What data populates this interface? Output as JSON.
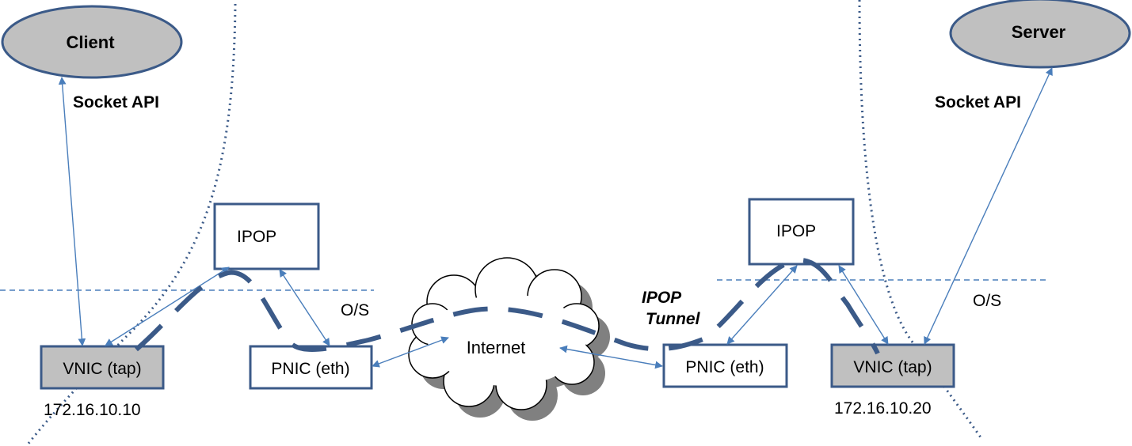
{
  "client": {
    "label": "Client"
  },
  "server": {
    "label": "Server"
  },
  "left": {
    "socket_api": "Socket API",
    "ipop": "IPOP",
    "os": "O/S",
    "vnic": "VNIC (tap)",
    "pnic": "PNIC (eth)",
    "ip": "172.16.10.10"
  },
  "right": {
    "socket_api": "Socket API",
    "ipop": "IPOP",
    "os": "O/S",
    "vnic": "VNIC (tap)",
    "pnic": "PNIC (eth)",
    "ip": "172.16.10.20"
  },
  "internet": {
    "label": "Internet"
  },
  "tunnel": {
    "line1": "IPOP",
    "line2": "Tunnel"
  },
  "colors": {
    "stroke": "#3b5a88",
    "arrow": "#4a7ebb",
    "node_fill": "#c0c0c0",
    "cloud_shadow": "#808080"
  }
}
